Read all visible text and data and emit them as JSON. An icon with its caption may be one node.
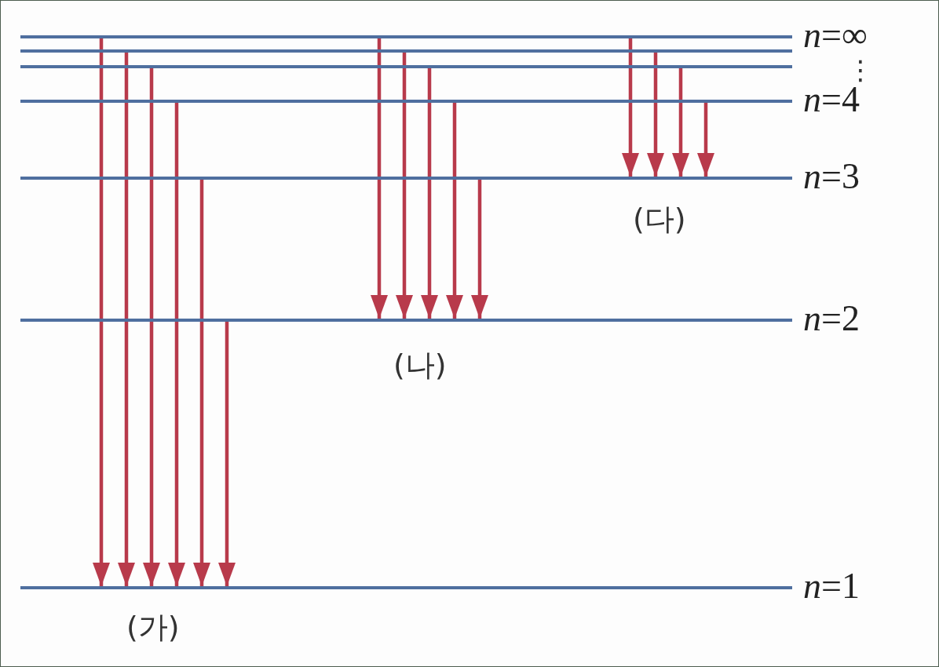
{
  "diagram": {
    "nodes": [
      {
        "text": [],
        "shape": "bar",
        "beside": [
          "*n*=∞"
        ]
      },
      {
        "text": [],
        "shape": "bar"
      },
      {
        "text": [],
        "shape": "bar"
      },
      {
        "text": [],
        "shape": "bar",
        "beside": [
          "*n*=4"
        ]
      },
      {
        "text": [],
        "shape": "bar",
        "beside": [
          "*n*=3"
        ]
      },
      {
        "text": [],
        "shape": "bar",
        "beside": [
          "*n*=2"
        ]
      },
      {
        "text": [],
        "shape": "bar",
        "beside": [
          "*n*=1"
        ]
      }
    ],
    "edges": [
      {
        "from": 0,
        "to": 6,
        "arrow": "to"
      },
      {
        "from": 1,
        "to": 6,
        "arrow": "to"
      },
      {
        "from": 2,
        "to": 6,
        "arrow": "to"
      },
      {
        "from": 3,
        "to": 6,
        "arrow": "to"
      },
      {
        "from": 4,
        "to": 6,
        "arrow": "to"
      },
      {
        "from": 5,
        "to": 6,
        "arrow": "to"
      },
      {
        "from": 0,
        "to": 5,
        "arrow": "to"
      },
      {
        "from": 1,
        "to": 5,
        "arrow": "to"
      },
      {
        "from": 2,
        "to": 5,
        "arrow": "to"
      },
      {
        "from": 3,
        "to": 5,
        "arrow": "to"
      },
      {
        "from": 4,
        "to": 5,
        "arrow": "to"
      },
      {
        "from": 0,
        "to": 4,
        "arrow": "to"
      },
      {
        "from": 1,
        "to": 4,
        "arrow": "to"
      },
      {
        "from": 2,
        "to": 4,
        "arrow": "to"
      },
      {
        "from": 3,
        "to": 4,
        "arrow": "to"
      }
    ],
    "labels": [
      "⋮",
      "(다)",
      "(나)",
      "(가)"
    ]
  }
}
